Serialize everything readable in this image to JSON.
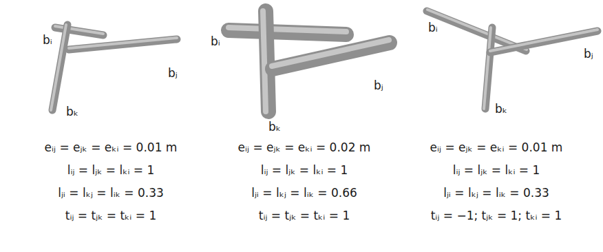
{
  "diagram": {
    "labels": [
      "bᵢ",
      "bⱼ",
      "bₖ",
      "eᵢⱼ = eⱼₖ = eₖᵢ = 0.01 m",
      "lᵢⱼ = lⱼₖ = lₖᵢ = 1",
      "lⱼᵢ = lₖⱼ = lᵢₖ = 0.33",
      "tᵢⱼ = tⱼₖ = tₖᵢ = 1",
      "bᵢ",
      "bⱼ",
      "bₖ",
      "eᵢⱼ = eⱼₖ = eₖᵢ = 0.02 m",
      "lᵢⱼ = lⱼₖ = lₖᵢ = 1",
      "lⱼᵢ = lₖⱼ = lᵢₖ = 0.66",
      "tᵢⱼ = tⱼₖ = tₖᵢ = 1",
      "bᵢ",
      "bⱼ",
      "bₖ",
      "eᵢⱼ = eⱼₖ = eₖᵢ = 0.01 m",
      "lᵢⱼ = lⱼₖ = lₖᵢ = 1",
      "lⱼᵢ = lₖⱼ = lᵢₖ = 0.33",
      "tᵢⱼ = −1; tⱼₖ = 1; tₖᵢ = 1"
    ]
  }
}
